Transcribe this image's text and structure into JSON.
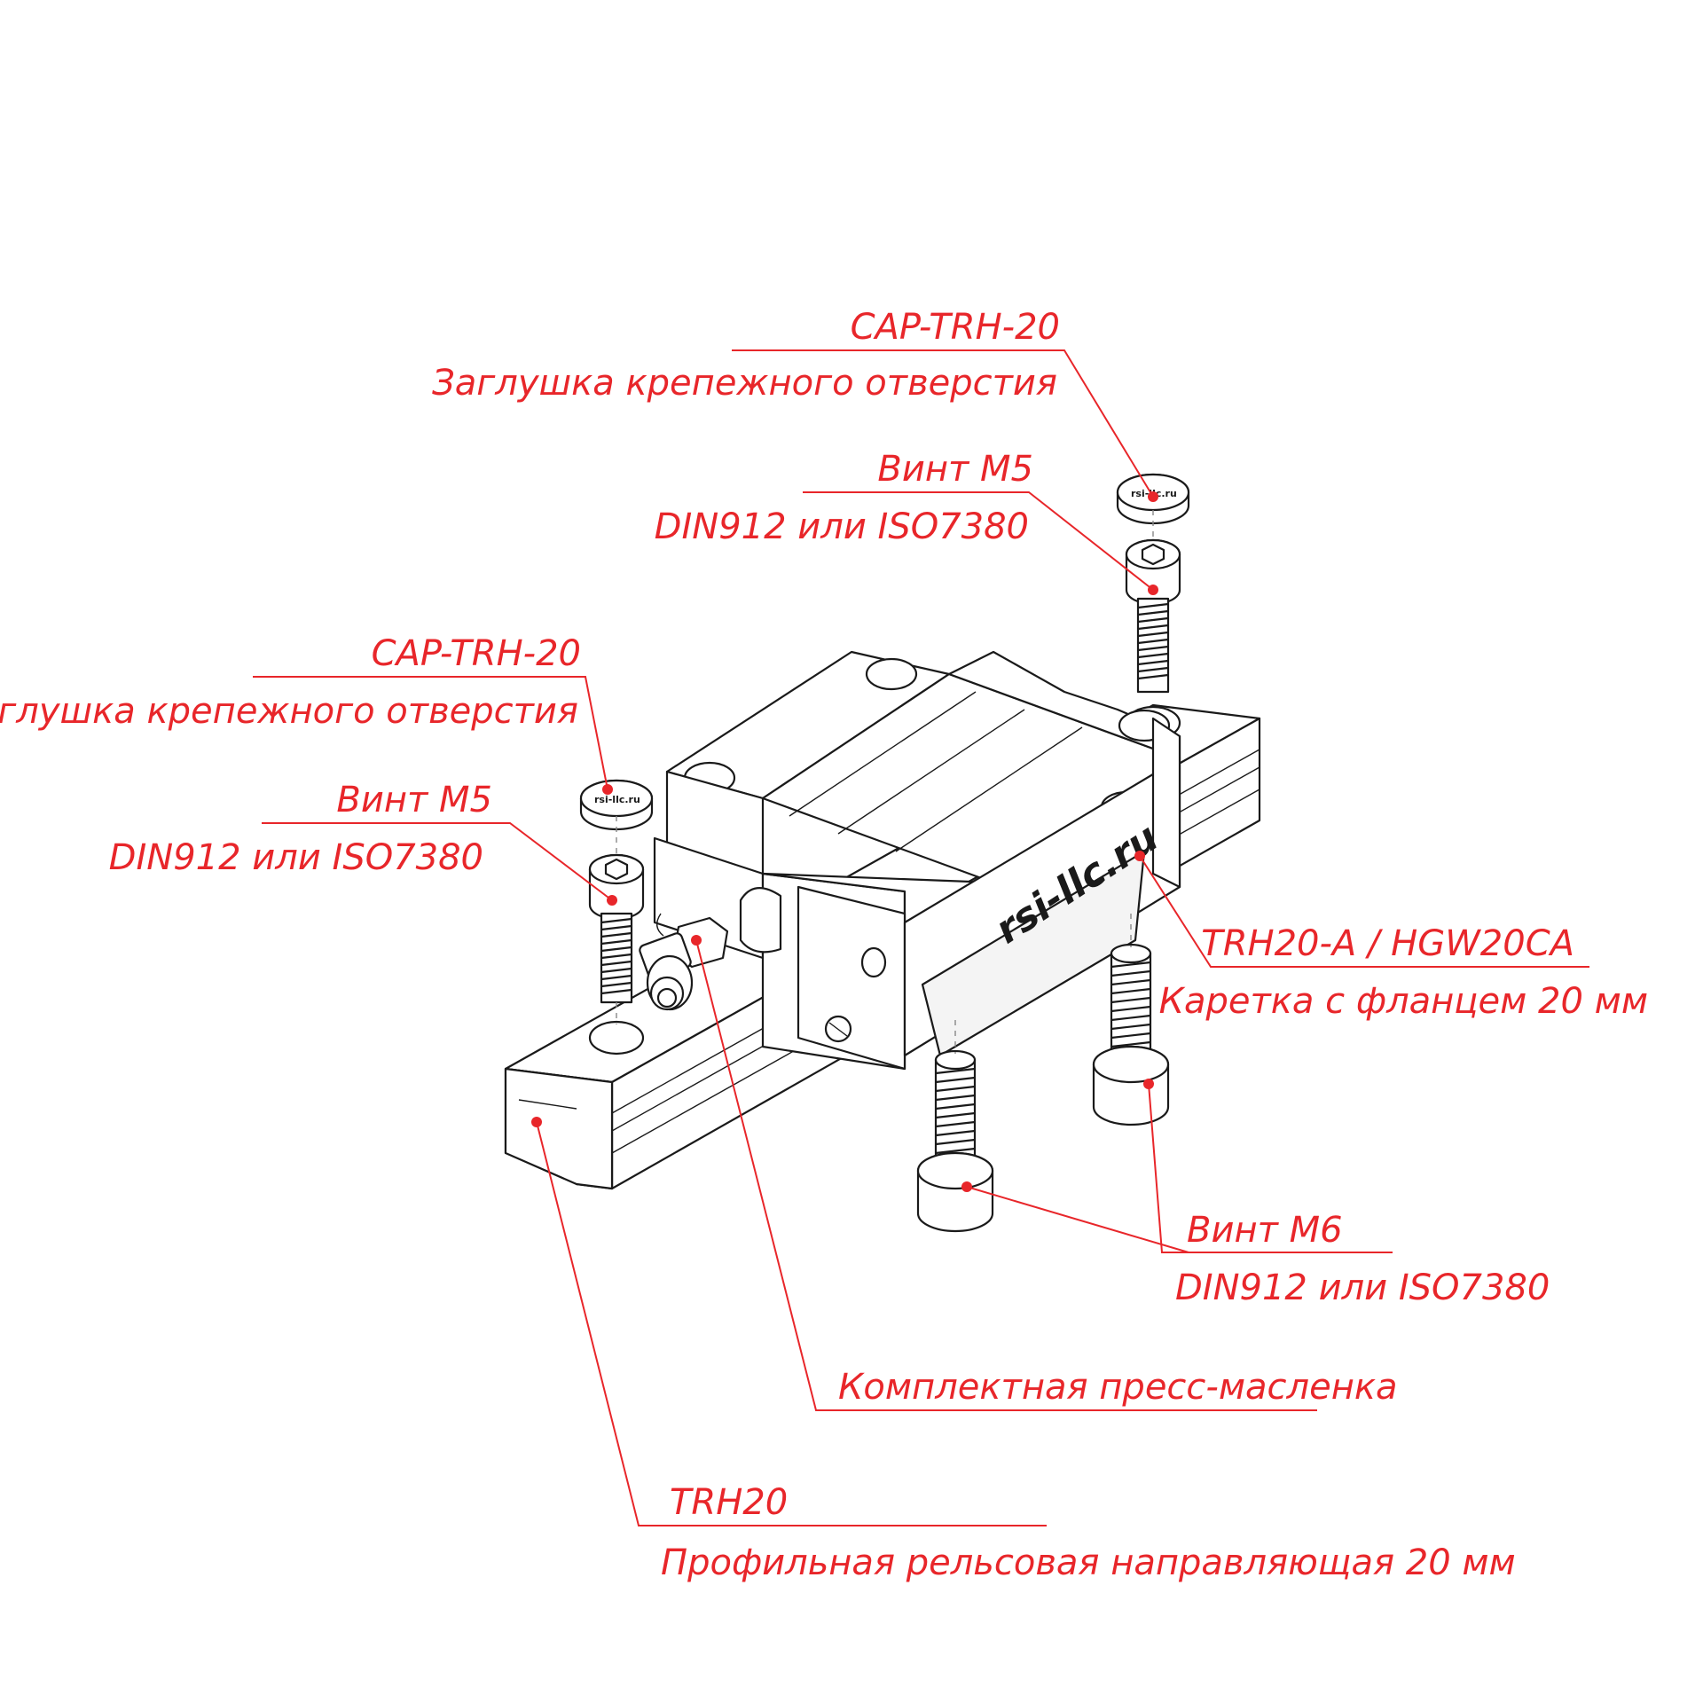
{
  "brand_mark": "rsi-llc.ru",
  "cap_mark": "rsi-llc.ru",
  "labels": {
    "cap_right_code": "CAP-TRH-20",
    "cap_right_desc": "Заглушка крепежного отверстия",
    "screw_right_code": "Винт М5",
    "screw_right_std": "DIN912 или ISO7380",
    "cap_left_code": "CAP-TRH-20",
    "cap_left_desc": "Заглушка крепежного отверстия",
    "screw_left_code": "Винт М5",
    "screw_left_std": "DIN912 или ISO7380",
    "carriage_code": "TRH20-A / HGW20CA",
    "carriage_desc": "Каретка с фланцем 20 мм",
    "screw_m6_code": "Винт М6",
    "screw_m6_std": "DIN912 или ISO7380",
    "grease_desc": "Комплектная пресс-масленка",
    "rail_code": "TRH20",
    "rail_desc": "Профильная рельсовая направляющая 20 мм"
  },
  "colors": {
    "callout": "#e8262a",
    "linework": "#1a1a1a",
    "background": "#ffffff"
  }
}
